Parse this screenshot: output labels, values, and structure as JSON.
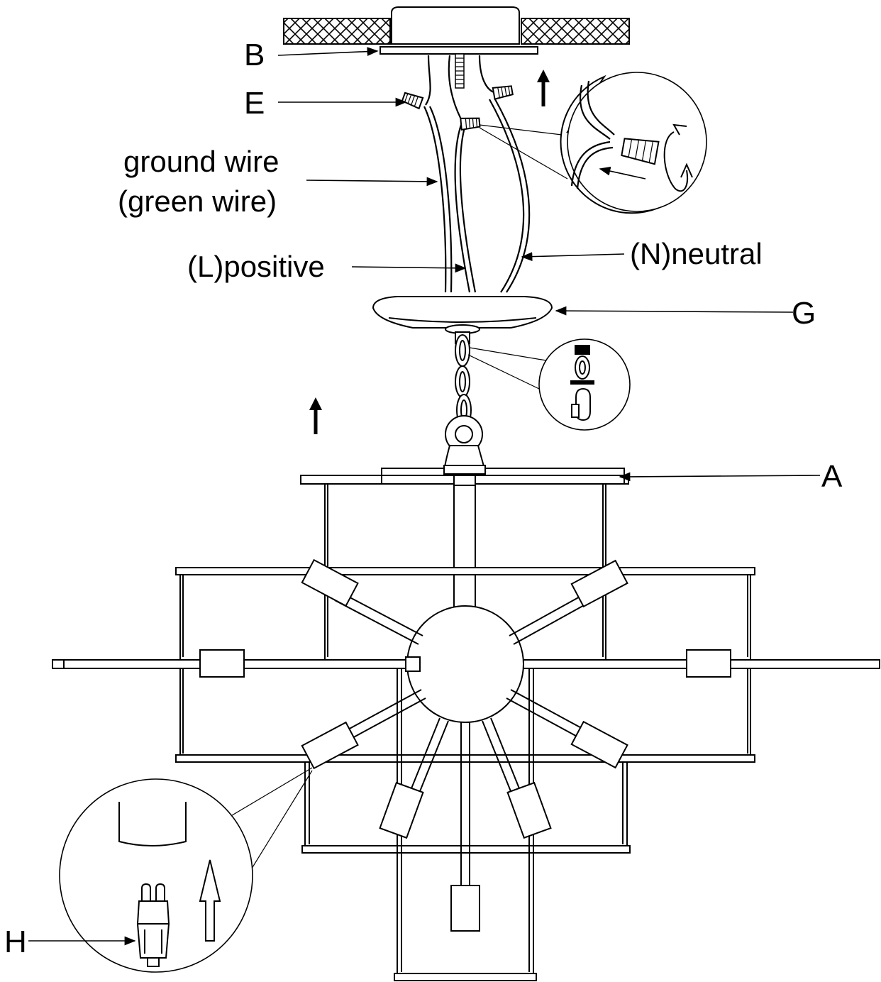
{
  "labels": {
    "a": "A",
    "b": "B",
    "e": "E",
    "g": "G",
    "h": "H",
    "ground_line1": "ground wire",
    "ground_line2": "(green wire)",
    "positive": "(L)positive",
    "neutral": "(N)neutral"
  },
  "colors": {
    "line": "#000000",
    "background": "#ffffff"
  },
  "icons": [
    "up-arrow-icon",
    "rotate-arrow-icon",
    "quick-link-icon",
    "bulb-icon"
  ]
}
